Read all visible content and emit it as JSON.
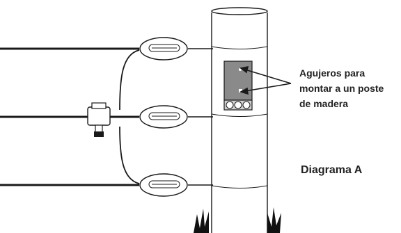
{
  "callout": {
    "lines": [
      "Agujeros para",
      "montar a un poste",
      "de madera"
    ]
  },
  "caption": "Diagrama A",
  "colors": {
    "line": "#1a1a1a",
    "post_fill": "#ffffff",
    "bracket_fill": "#8a8a8a",
    "grass": "#111111"
  }
}
